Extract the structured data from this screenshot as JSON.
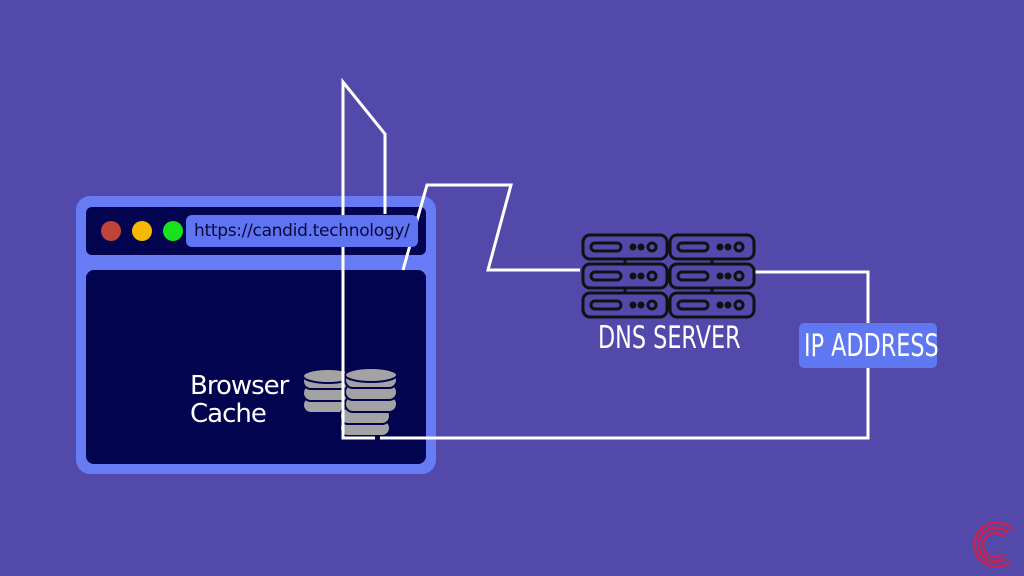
{
  "browser": {
    "url": "https://candid.technology/",
    "window_dots": [
      "#c0443a",
      "#f6b800",
      "#19e21c"
    ]
  },
  "cache_label_line1": "Browser",
  "cache_label_line2": "Cache",
  "dns_label": "DNS SERVER",
  "ip_label": "IP ADDRESS",
  "colors": {
    "background": "#5249ab",
    "window_frame": "#667bf4",
    "window_body": "#03044f",
    "logo": "#c8244f"
  },
  "icons": [
    "server-rack-icon",
    "database-stack-icon",
    "candid-logo-icon"
  ]
}
